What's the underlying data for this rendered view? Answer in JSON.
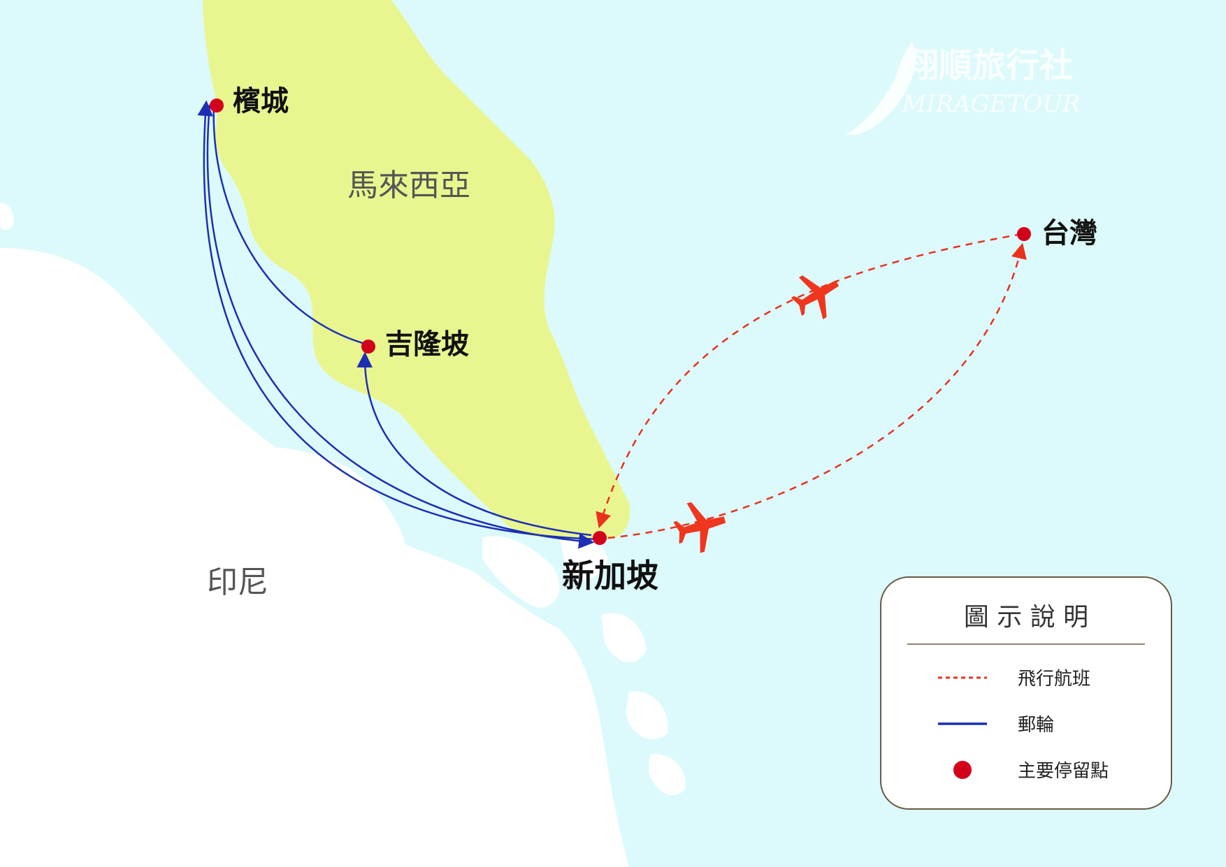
{
  "brand": {
    "name_cn": "翔順旅行社",
    "name_en": "MIRAGETOUR"
  },
  "regions": {
    "malaysia": "馬來西亞",
    "indonesia": "印尼"
  },
  "cities": {
    "penang": "檳城",
    "kuala_lumpur": "吉隆坡",
    "singapore": "新加坡",
    "taiwan": "台灣"
  },
  "legend": {
    "title": "圖 示 說 明",
    "flight": "飛行航班",
    "cruise": "郵輪",
    "stop": "主要停留點"
  },
  "colors": {
    "sea": "#dcfafb",
    "malaysia_land": "#e9f68f",
    "indonesia_land": "#ffffff",
    "flight_route": "#e8321e",
    "cruise_route": "#1c2fb5",
    "stop_dot": "#d3001b",
    "legend_border": "#6b5a44"
  },
  "icons": {
    "plane": "airplane-icon",
    "stop": "stop-dot-icon"
  }
}
